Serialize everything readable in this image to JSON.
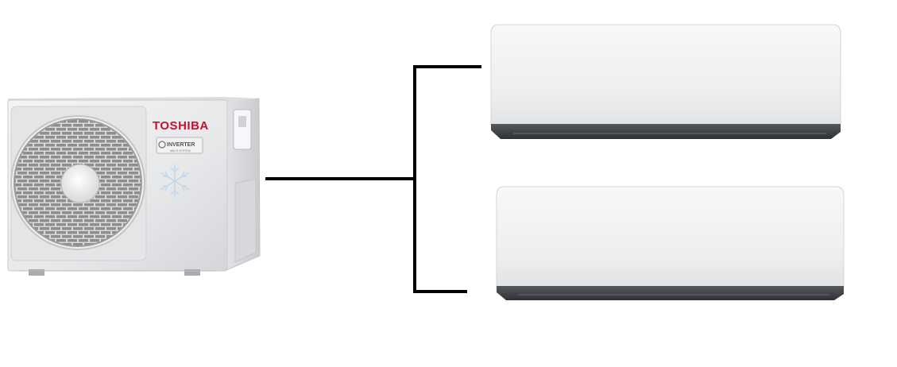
{
  "outdoor_unit": {
    "brand": "TOSHIBA",
    "badge_main": "INVERTER",
    "badge_sub": "MULTI SYSTEM",
    "brand_color": "#c8102e"
  },
  "indoor_units": [
    {
      "name": "indoor-unit-top"
    },
    {
      "name": "indoor-unit-bottom"
    }
  ],
  "colors": {
    "pipe": "#000000",
    "unit_body": "#eeeff1",
    "indoor_trim": "#3d3f44",
    "fan_grille": "#bdbdbd"
  }
}
